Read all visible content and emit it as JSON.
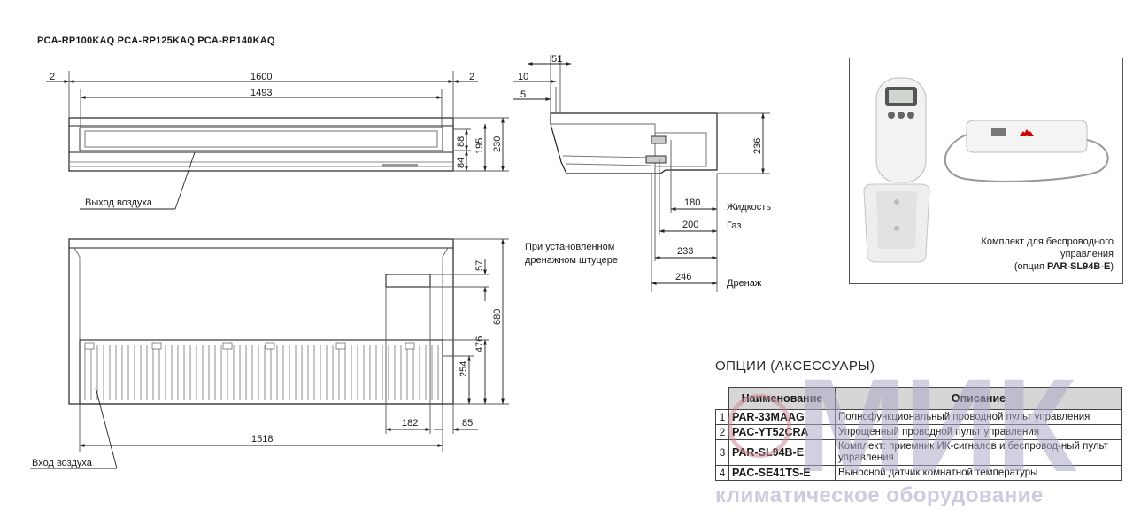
{
  "models": "PCA-RP100KAQ  PCA-RP125KAQ  PCA-RP140KAQ",
  "front_view": {
    "dims": {
      "left_gap": "2",
      "right_gap": "2",
      "total_width": "1600",
      "inner_width": "1493",
      "h88": "88",
      "h84": "84",
      "h195": "195",
      "h230": "230"
    },
    "outlet_label": "Выход воздуха"
  },
  "side_view": {
    "dims": {
      "d51": "51",
      "d10": "10",
      "d5": "5",
      "h236": "236",
      "d180": "180",
      "d200": "200",
      "d233": "233",
      "d246": "246"
    },
    "liquid_label": "Жидкость",
    "gas_label": "Газ",
    "drain_label": "Дренаж",
    "drain_note_line1": "При установленном",
    "drain_note_line2": "дренажном штуцере"
  },
  "bottom_view": {
    "dims": {
      "d57": "57",
      "d680": "680",
      "d476": "476",
      "d254": "254",
      "d182": "182",
      "d85": "85",
      "d1518": "1518"
    },
    "inlet_label": "Вход воздуха"
  },
  "wireless_kit": {
    "caption_line1": "Комплект для беспроводного",
    "caption_line2": "управления",
    "caption_line3_prefix": "(опция ",
    "caption_line3_model": "PAR-SL94B-E",
    "caption_line3_suffix": ")"
  },
  "options": {
    "title": "ОПЦИИ (АКСЕССУАРЫ)",
    "header_name": "Наименование",
    "header_desc": "Описание",
    "rows": [
      {
        "num": "1",
        "name": "PAR-33MAAG",
        "desc": "Полнофункциональный проводной пульт управления"
      },
      {
        "num": "2",
        "name": "PAC-YT52CRA",
        "desc": "Упрощенный проводной пульт управления"
      },
      {
        "num": "3",
        "name": "PAR-SL94B-E",
        "desc": "Комплект: приемник ИК-сигналов и беспровод-ный пульт управления"
      },
      {
        "num": "4",
        "name": "PAC-SE41TS-E",
        "desc": "Выносной датчик комнатной температуры"
      }
    ]
  },
  "watermark": {
    "big": "МИК",
    "small": "климатическое оборудование"
  }
}
